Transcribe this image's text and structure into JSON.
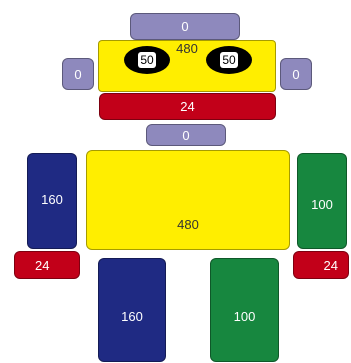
{
  "colors": {
    "lavender": "#8e89bd",
    "yellow": "#ffee00",
    "red": "#c20019",
    "navy": "#1f2a83",
    "green": "#17873f",
    "black": "#000000"
  },
  "head": {
    "top_value": "0",
    "value": "480",
    "left_eye": "50",
    "right_eye": "50",
    "left_ear": "0",
    "right_ear": "0",
    "mouth": "24"
  },
  "neck": "0",
  "body": "480",
  "left_arm": {
    "upper": "160",
    "hand": "24"
  },
  "right_arm": {
    "upper": "100",
    "hand": "24"
  },
  "left_leg": "160",
  "right_leg": "100"
}
